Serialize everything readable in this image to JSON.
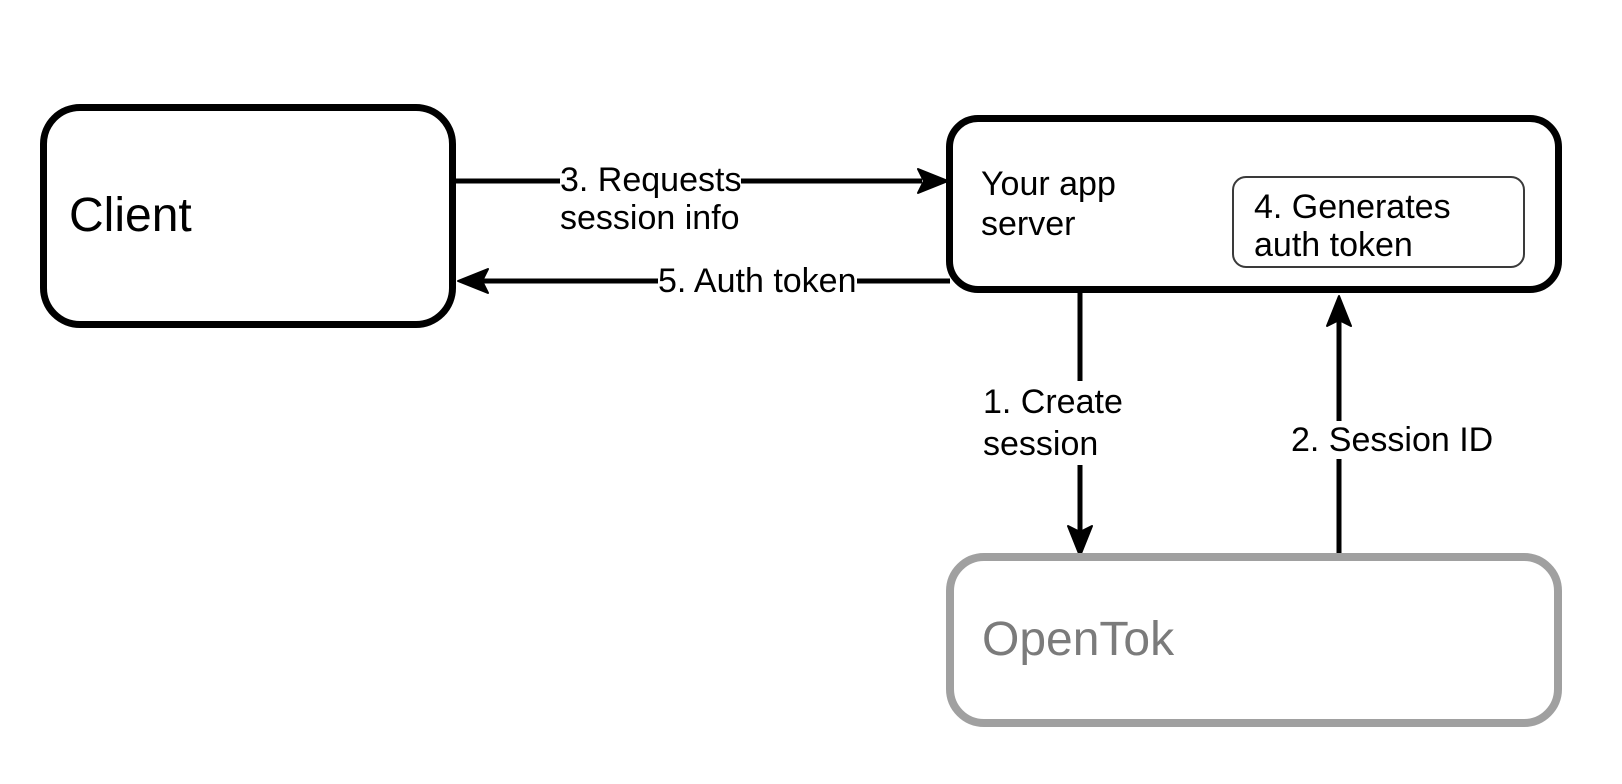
{
  "nodes": {
    "client": {
      "label": "Client"
    },
    "app_server": {
      "lines": [
        "Your app",
        "server"
      ]
    },
    "auth_token_step": {
      "lines": [
        "4. Generates",
        "auth token"
      ]
    },
    "opentok": {
      "label": "OpenTok"
    }
  },
  "edges": {
    "create_session": {
      "lines": [
        "1. Create",
        "session"
      ],
      "from": "app_server",
      "to": "opentok"
    },
    "session_id": {
      "label": "2. Session ID",
      "from": "opentok",
      "to": "app_server"
    },
    "requests_session_info": {
      "lines": [
        "3. Requests",
        "session info"
      ],
      "from": "client",
      "to": "app_server"
    },
    "auth_token": {
      "label": "5. Auth token",
      "from": "app_server",
      "to": "client"
    }
  },
  "colors": {
    "background": "#ffffff",
    "node_border": "#000000",
    "node_text": "#000000",
    "inner_box_border": "#3a3a3a",
    "opentok_border": "#a0a0a0",
    "opentok_text": "#7b7b7b",
    "arrow": "#000000"
  }
}
